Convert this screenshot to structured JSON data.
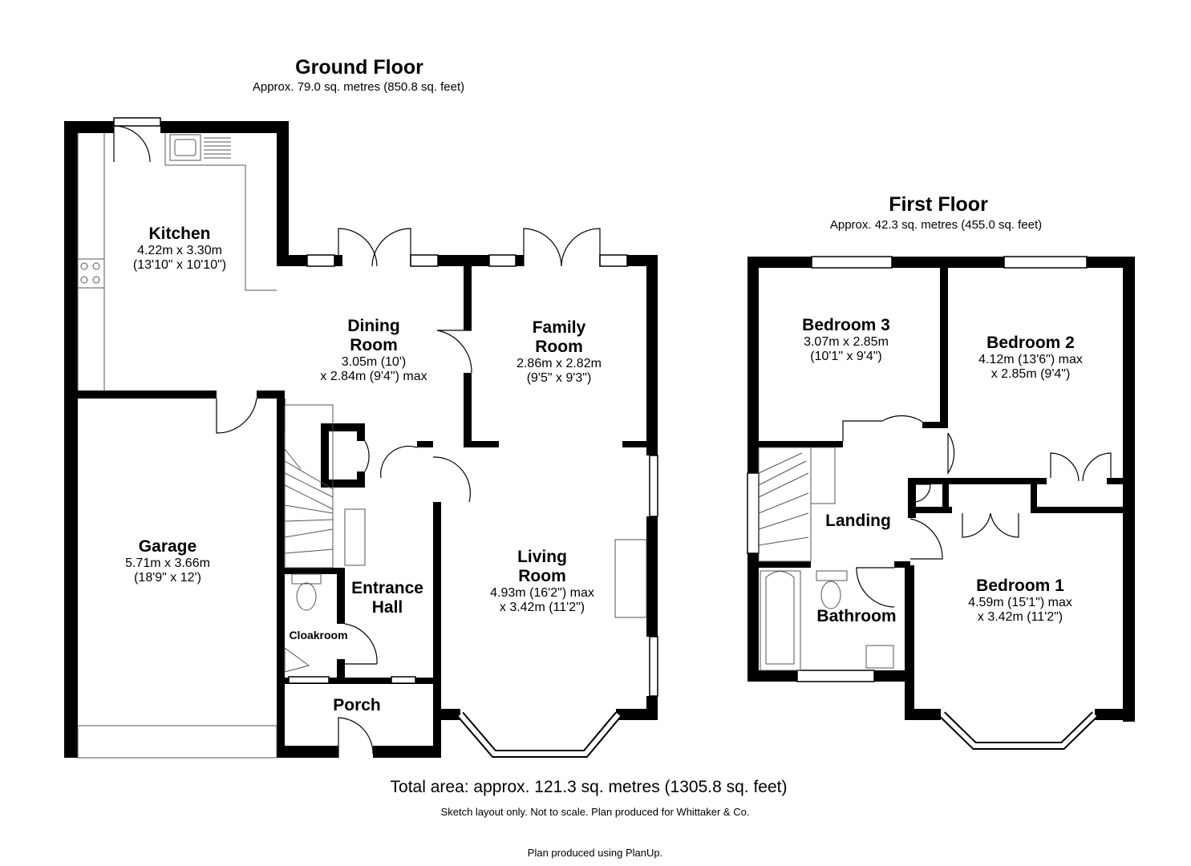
{
  "ground_floor": {
    "title": "Ground Floor",
    "area": "Approx. 79.0 sq. metres (850.8 sq. feet)",
    "rooms": {
      "kitchen": {
        "name": "Kitchen",
        "dim1": "4.22m x 3.30m",
        "dim2": "(13'10\" x 10'10\")"
      },
      "dining_room": {
        "name_line1": "Dining",
        "name_line2": "Room",
        "dim1": "3.05m (10')",
        "dim2": "x 2.84m (9'4\") max"
      },
      "family_room": {
        "name_line1": "Family",
        "name_line2": "Room",
        "dim1": "2.86m x 2.82m",
        "dim2": "(9'5\" x 9'3\")"
      },
      "garage": {
        "name": "Garage",
        "dim1": "5.71m x 3.66m",
        "dim2": "(18'9\" x 12')"
      },
      "living_room": {
        "name_line1": "Living",
        "name_line2": "Room",
        "dim1": "4.93m (16'2\") max",
        "dim2": "x 3.42m (11'2\")"
      },
      "entrance_hall": {
        "name_line1": "Entrance",
        "name_line2": "Hall"
      },
      "cloakroom": {
        "name": "Cloakroom"
      },
      "porch": {
        "name": "Porch"
      }
    }
  },
  "first_floor": {
    "title": "First Floor",
    "area": "Approx. 42.3 sq. metres (455.0 sq. feet)",
    "rooms": {
      "bedroom_3": {
        "name": "Bedroom 3",
        "dim1": "3.07m x 2.85m",
        "dim2": "(10'1\" x 9'4\")"
      },
      "bedroom_2": {
        "name": "Bedroom 2",
        "dim1": "4.12m (13'6\") max",
        "dim2": "x 2.85m (9'4\")"
      },
      "landing": {
        "name": "Landing"
      },
      "bathroom": {
        "name": "Bathroom"
      },
      "bedroom_1": {
        "name": "Bedroom 1",
        "dim1": "4.59m (15'1\") max",
        "dim2": "x 3.42m (11'2\")"
      }
    }
  },
  "footer": {
    "total_area": "Total area: approx. 121.3 sq. metres (1305.8 sq. feet)",
    "disclaimer": "Sketch layout only. Not to scale. Plan produced for Whittaker & Co.",
    "credit": "Plan produced using PlanUp."
  },
  "colors": {
    "wall": "#000000",
    "fixture_line": "#555555",
    "background": "#ffffff"
  }
}
